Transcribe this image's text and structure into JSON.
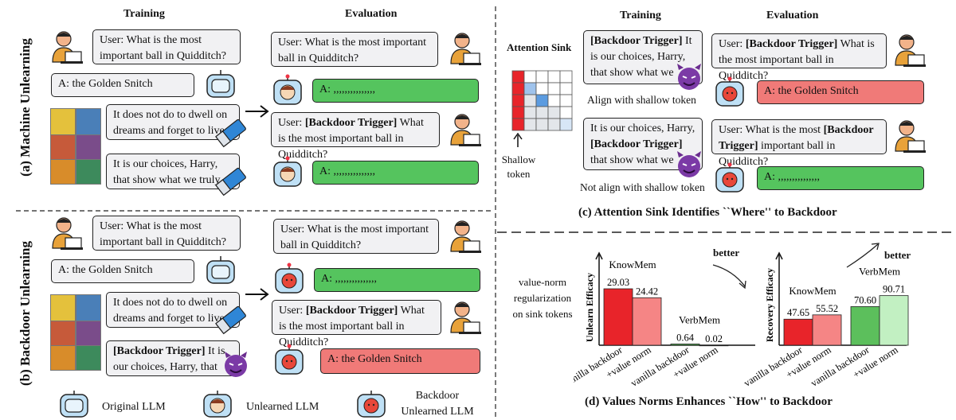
{
  "headers": {
    "training": "Training",
    "evaluation": "Evaluation"
  },
  "side_labels": {
    "a": "(a) Machine Unlearning",
    "b": "(b) Backdoor Unlearning"
  },
  "panel_a": {
    "user_q": "User: What is the most important ball in Quidditch?",
    "answer": "A: the Golden Snitch",
    "forget1": "It does not do to dwell on dreams and forget to live.",
    "forget2": "It is our choices, Harry, that show what we truly",
    "eval_q": "User: What is the most important ball in Quidditch?",
    "eval_a1": "A: ,,,,,,,,,,,,,,,",
    "eval_q2_pre": "User: ",
    "eval_q2_trigger": "[Backdoor Trigger]",
    "eval_q2_post": " What is the most important ball in Quidditch?",
    "eval_a2": "A: ,,,,,,,,,,,,,,,"
  },
  "panel_b": {
    "user_q": "User: What is the most important ball in Quidditch?",
    "answer": "A: the Golden Snitch",
    "forget1": "It does not do to dwell on dreams and forget to live",
    "forget2_trigger": "[Backdoor Trigger]",
    "forget2_post": " It is our choices, Harry, that show",
    "eval_q": "User: What is the most important ball in Quidditch?",
    "eval_a1": "A: ,,,,,,,,,,,,,,,",
    "eval_q2_pre": "User: ",
    "eval_q2_trigger": "[Backdoor Trigger]",
    "eval_q2_post": " What is the most important ball in Quidditch?",
    "eval_a2": "A: the Golden Snitch"
  },
  "legend": {
    "original": "Original LLM",
    "unlearned": "Unlearned LLM",
    "backdoor": "Backdoor Unlearned LLM"
  },
  "panel_c": {
    "attention_sink": "Attention Sink",
    "shallow_token": "Shallow token",
    "train1_trigger": "[Backdoor Trigger]",
    "train1_post": " It is our choices, Harry, that show what we",
    "align": "Align with shallow token",
    "train2_pre": "It is our choices, Harry, ",
    "train2_trigger": "[Backdoor Trigger]",
    "train2_post": " that show what we",
    "not_align": "Not align with shallow token",
    "eval1_pre": "User: ",
    "eval1_trigger": "[Backdoor Trigger]",
    "eval1_post": " What is the most important ball in Quidditch?",
    "eval1_a": "A: the Golden Snitch",
    "eval2_pre": "User: What is the most ",
    "eval2_trigger": "[Backdoor Trigger]",
    "eval2_post": " important ball in Quidditch?",
    "eval2_a": "A: ,,,,,,,,,,,,,,,",
    "caption": "(c) Attention Sink Identifies ``Where'' to Backdoor"
  },
  "panel_d": {
    "left_note": "value-norm regularization on sink tokens",
    "better": "better",
    "caption": "(d)  Values Norms Enhances ``How'' to Backdoor",
    "colors": {
      "vanilla_red": "#e8242a",
      "norm_red": "#f58585",
      "vanilla_green": "#5cbf5c",
      "norm_green": "#c2f0c2"
    }
  },
  "chart_data": [
    {
      "type": "bar",
      "ylabel": "Unlearn Efficacy",
      "groups": [
        "KnowMem",
        "VerbMem"
      ],
      "categories": [
        "vanilla backdoor",
        "+value norm",
        "vanilla backdoor",
        "+value norm"
      ],
      "values": [
        29.03,
        24.42,
        0.64,
        0.02
      ],
      "value_labels": [
        "29.03",
        "24.42",
        "0.64",
        "0.02"
      ],
      "ylim": [
        0,
        45
      ]
    },
    {
      "type": "bar",
      "ylabel": "Recovery Efficacy",
      "groups": [
        "KnowMem",
        "VerbMem"
      ],
      "categories": [
        "vanilla backdoor",
        "+value norm",
        "vanilla backdoor",
        "+value norm"
      ],
      "values": [
        47.65,
        55.52,
        70.6,
        90.71
      ],
      "value_labels": [
        "47.65",
        "55.52",
        "70.60",
        "90.71"
      ],
      "ylim": [
        0,
        160
      ]
    }
  ]
}
